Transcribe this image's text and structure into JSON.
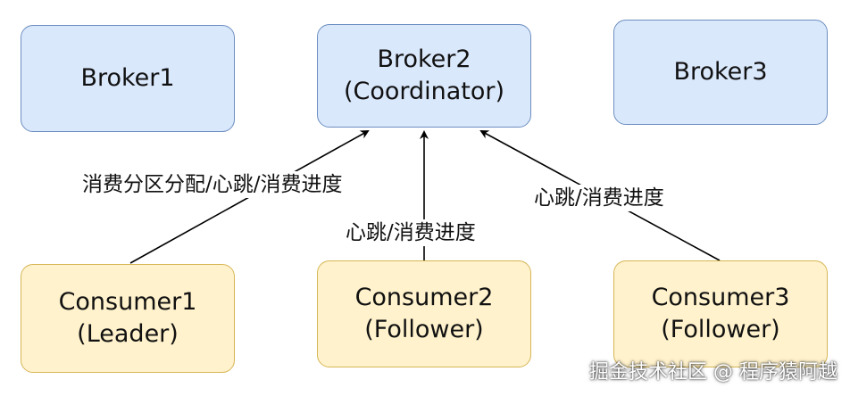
{
  "nodes": {
    "broker1": {
      "lines": [
        "Broker1"
      ]
    },
    "broker2": {
      "lines": [
        "Broker2",
        "(Coordinator)"
      ]
    },
    "broker3": {
      "lines": [
        "Broker3"
      ]
    },
    "consumer1": {
      "lines": [
        "Consumer1",
        "(Leader)"
      ]
    },
    "consumer2": {
      "lines": [
        "Consumer2",
        "(Follower)"
      ]
    },
    "consumer3": {
      "lines": [
        "Consumer3",
        "(Follower)"
      ]
    }
  },
  "edges": {
    "consumer1_to_broker2": "消费分区分配/心跳/消费进度",
    "consumer2_to_broker2": "心跳/消费进度",
    "consumer3_to_broker2": "心跳/消费进度"
  },
  "colors": {
    "broker_fill": "#dae8fc",
    "broker_border": "#6c8ebf",
    "consumer_fill": "#fff2cc",
    "consumer_border": "#d6b656",
    "edge": "#000000"
  },
  "watermark": "掘金技术社区 @ 程序猿阿越"
}
